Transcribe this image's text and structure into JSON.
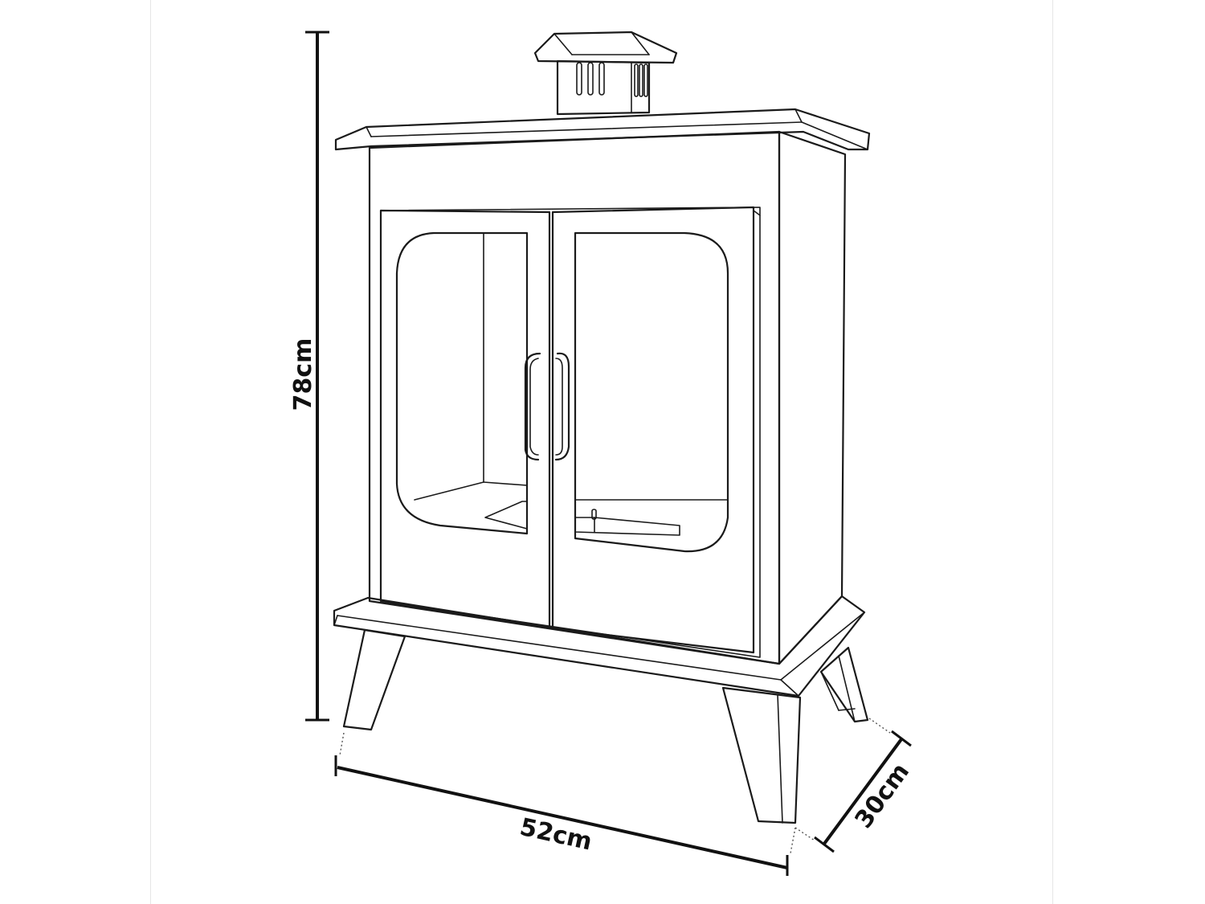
{
  "figure": {
    "illustration": "fireplace-stove-line-drawing",
    "colors": {
      "line": "#1a1a1a",
      "background": "#ffffff"
    }
  },
  "dimensions": {
    "height": "78cm",
    "width": "52cm",
    "depth": "30cm"
  }
}
